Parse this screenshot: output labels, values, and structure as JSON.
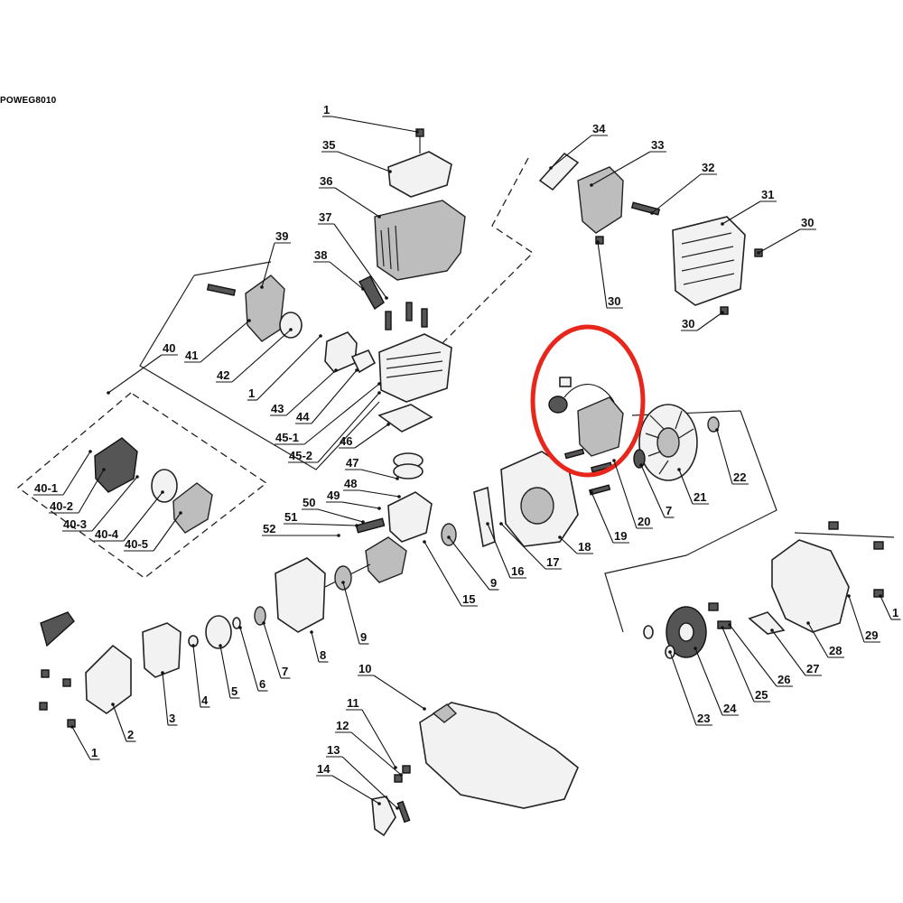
{
  "document": {
    "model_code": "POWEG8010"
  },
  "highlight_color": "#e8261b",
  "callouts": [
    {
      "label": "1"
    },
    {
      "label": "35"
    },
    {
      "label": "36"
    },
    {
      "label": "37"
    },
    {
      "label": "38"
    },
    {
      "label": "39"
    },
    {
      "label": "41"
    },
    {
      "label": "42"
    },
    {
      "label": "1"
    },
    {
      "label": "43"
    },
    {
      "label": "44"
    },
    {
      "label": "45-1"
    },
    {
      "label": "45-2"
    },
    {
      "label": "46"
    },
    {
      "label": "40"
    },
    {
      "label": "34"
    },
    {
      "label": "33"
    },
    {
      "label": "32"
    },
    {
      "label": "31"
    },
    {
      "label": "30"
    },
    {
      "label": "30"
    },
    {
      "label": "30"
    },
    {
      "label": "40-1"
    },
    {
      "label": "40-2"
    },
    {
      "label": "40-3"
    },
    {
      "label": "40-4"
    },
    {
      "label": "40-5"
    },
    {
      "label": "47"
    },
    {
      "label": "48"
    },
    {
      "label": "49"
    },
    {
      "label": "50"
    },
    {
      "label": "51"
    },
    {
      "label": "52"
    },
    {
      "label": "22"
    },
    {
      "label": "21"
    },
    {
      "label": "7"
    },
    {
      "label": "20"
    },
    {
      "label": "19"
    },
    {
      "label": "18"
    },
    {
      "label": "17"
    },
    {
      "label": "16"
    },
    {
      "label": "9"
    },
    {
      "label": "15"
    },
    {
      "label": "9"
    },
    {
      "label": "8"
    },
    {
      "label": "7"
    },
    {
      "label": "6"
    },
    {
      "label": "5"
    },
    {
      "label": "4"
    },
    {
      "label": "3"
    },
    {
      "label": "2"
    },
    {
      "label": "1"
    },
    {
      "label": "10"
    },
    {
      "label": "11"
    },
    {
      "label": "12"
    },
    {
      "label": "13"
    },
    {
      "label": "14"
    },
    {
      "label": "29"
    },
    {
      "label": "1"
    },
    {
      "label": "28"
    },
    {
      "label": "27"
    },
    {
      "label": "26"
    },
    {
      "label": "25"
    },
    {
      "label": "24"
    },
    {
      "label": "23"
    }
  ]
}
